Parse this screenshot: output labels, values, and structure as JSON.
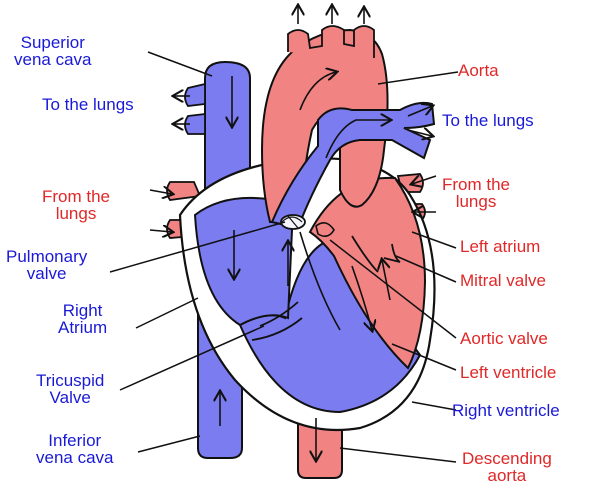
{
  "colors": {
    "oxygen_poor": "#7a7cf0",
    "oxygen_rich": "#f28383",
    "blue_label": "#1a1ad6",
    "red_label": "#e02828",
    "outline": "#111111"
  },
  "labels": {
    "superior_vena_cava": {
      "line1": "Superior",
      "line2": "vena cava"
    },
    "to_lungs_left": "To the lungs",
    "from_lungs_left": {
      "line1": "From the",
      "line2": "lungs"
    },
    "pulmonary_valve": {
      "line1": "Pulmonary",
      "line2": "valve"
    },
    "right_atrium": {
      "line1": "Right",
      "line2": "Atrium"
    },
    "tricuspid_valve": {
      "line1": "Tricuspid",
      "line2": "Valve"
    },
    "inferior_vena_cava": {
      "line1": "Inferior",
      "line2": "vena cava"
    },
    "aorta": "Aorta",
    "to_lungs_right": "To the lungs",
    "from_lungs_right": {
      "line1": "From the",
      "line2": "lungs"
    },
    "left_atrium": "Left atrium",
    "mitral_valve": "Mitral valve",
    "aortic_valve": "Aortic valve",
    "left_ventricle": "Left ventricle",
    "right_ventricle": "Right ventricle",
    "descending_aorta": {
      "line1": "Descending",
      "line2": "aorta"
    }
  }
}
